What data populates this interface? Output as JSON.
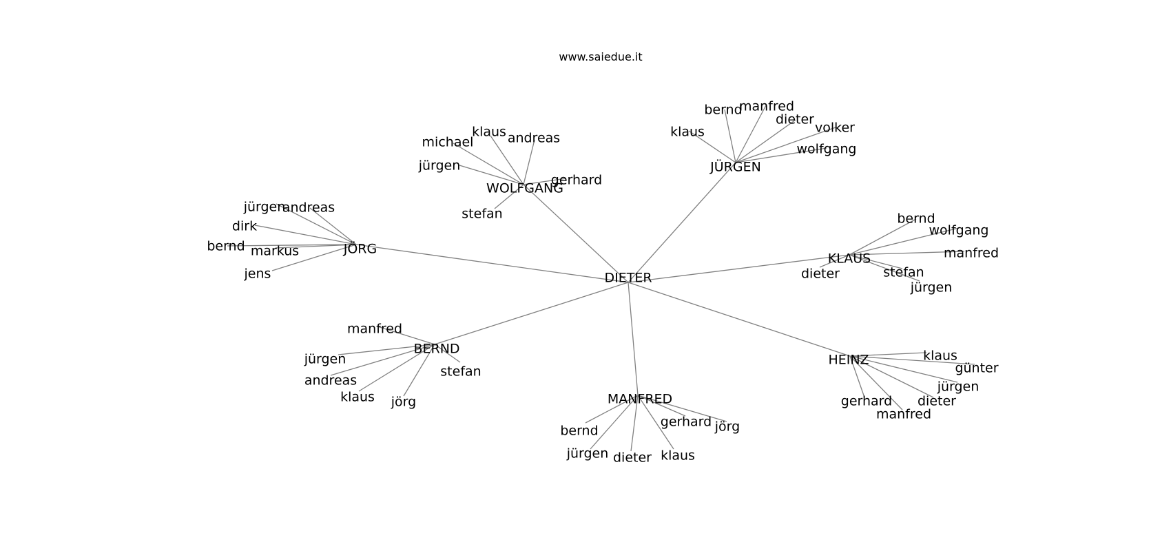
{
  "title": "www.saiedue.it",
  "edge_color": "#808080",
  "text_color": "#000000",
  "center": "DIETER",
  "hubs": [
    {
      "name": "WOLFGANG",
      "leaves": [
        "klaus",
        "andreas",
        "michael",
        "jürgen",
        "gerhard",
        "stefan"
      ]
    },
    {
      "name": "JÜRGEN",
      "leaves": [
        "bernd",
        "manfred",
        "dieter",
        "volker",
        "klaus",
        "wolfgang"
      ]
    },
    {
      "name": "JÖRG",
      "leaves": [
        "jürgen",
        "andreas",
        "dirk",
        "bernd",
        "markus",
        "jens"
      ]
    },
    {
      "name": "KLAUS",
      "leaves": [
        "bernd",
        "wolfgang",
        "manfred",
        "dieter",
        "stefan",
        "jürgen"
      ]
    },
    {
      "name": "BERND",
      "leaves": [
        "manfred",
        "jürgen",
        "andreas",
        "klaus",
        "jörg",
        "stefan"
      ]
    },
    {
      "name": "HEINZ",
      "leaves": [
        "klaus",
        "günter",
        "jürgen",
        "dieter",
        "gerhard",
        "manfred"
      ]
    },
    {
      "name": "MANFRED",
      "leaves": [
        "gerhard",
        "jörg",
        "bernd",
        "jürgen",
        "dieter",
        "klaus"
      ]
    }
  ]
}
